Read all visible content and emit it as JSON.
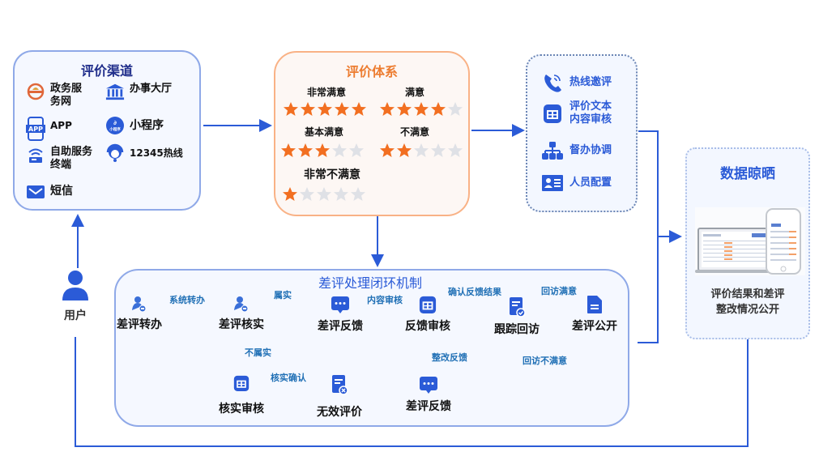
{
  "channels": {
    "title": "评价渠道",
    "items": [
      {
        "label": "政务服务网",
        "icon": "gov-service-icon"
      },
      {
        "label": "办事大厅",
        "icon": "service-hall-icon"
      },
      {
        "label": "APP",
        "icon": "app-icon"
      },
      {
        "label": "小程序",
        "icon": "mini-program-icon"
      },
      {
        "label": "自助服务终端",
        "icon": "self-service-terminal-icon"
      },
      {
        "label": "12345热线",
        "icon": "hotline-headset-icon"
      },
      {
        "label": "短信",
        "icon": "sms-envelope-icon"
      }
    ],
    "line1": {
      "gov": "政务服",
      "self": "自助服务"
    },
    "line2": {
      "gov": "务网",
      "self": "终端"
    }
  },
  "rating": {
    "title": "评价体系",
    "levels": [
      {
        "label": "非常满意",
        "stars": 5,
        "max": 5
      },
      {
        "label": "满意",
        "stars": 4,
        "max": 5
      },
      {
        "label": "基本满意",
        "stars": 3,
        "max": 5
      },
      {
        "label": "不满意",
        "stars": 2,
        "max": 5
      },
      {
        "label": "非常不满意",
        "stars": 1,
        "max": 5
      }
    ],
    "colors": {
      "filled": "#f26f21",
      "empty": "#dfe1e6"
    }
  },
  "actions": {
    "items": [
      {
        "label": "热线邀评",
        "icon": "phone-icon"
      },
      {
        "label": "评价文本\n内容审核",
        "line1": "评价文本",
        "line2": "内容审核",
        "icon": "review-icon"
      },
      {
        "label": "督办协调",
        "icon": "org-chart-icon"
      },
      {
        "label": "人员配置",
        "icon": "staff-card-icon"
      }
    ]
  },
  "publish": {
    "title": "数据晾晒",
    "line1": "评价结果和差评",
    "line2": "整改情况公开"
  },
  "user": {
    "label": "用户"
  },
  "process": {
    "title": "差评处理闭环机制",
    "nodes": {
      "transfer": "差评转办",
      "verify": "差评核实",
      "feedback": "差评反馈",
      "feedback_review": "反馈审核",
      "follow_up": "跟踪回访",
      "publish": "差评公开",
      "verify_review": "核实审核",
      "invalid": "无效评价",
      "feedback2": "差评反馈"
    },
    "edges": {
      "system_transfer": "系统转办",
      "true": "属实",
      "content_review": "内容审核",
      "confirm_result": "确认反馈结果",
      "satisfied": "回访满意",
      "not_true": "不属实",
      "confirm_verify": "核实确认",
      "rectify_feedback": "整改反馈",
      "unsatisfied": "回访不满意"
    }
  },
  "colors": {
    "accent": "#2b5bd7",
    "orange": "#ed7d31",
    "edge_dashed": "#6a9fd8"
  }
}
